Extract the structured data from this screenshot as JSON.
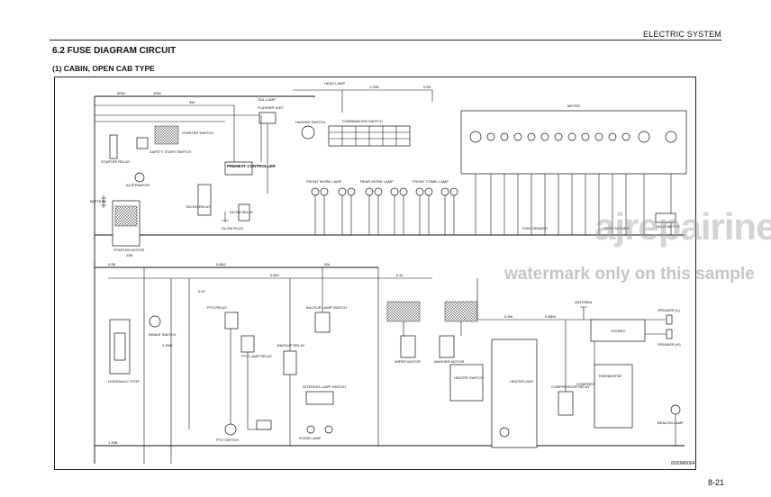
{
  "header": {
    "section_label": "ELECTRIC SYSTEM",
    "title": "6.2  FUSE DIAGRAM CIRCUIT",
    "subtitle": "(1) CABIN, OPEN CAB TYPE",
    "page_number": "8-21"
  },
  "watermark": {
    "site": "ajrepairine.com",
    "note": "watermark only on this sample"
  },
  "drawing_code": "8200M0064",
  "diagram": {
    "components": {
      "battery": "BATTERY",
      "starter_switch": "STARTER SWITCH",
      "safety_start_switch": "SAFETY START SWITCH",
      "starter_relay": "STARTER RELAY",
      "tacho_relay": "TACHO RELAY",
      "glow_relay": "GLOW RELAY",
      "glow_plug": "GLOW PLUG",
      "preheat_controller": "PREHEAT CONTROLLER",
      "flasher_unit": "FLASHER UNIT",
      "hazard_switch": "HAZARD SWITCH",
      "combination_switch": "COMBINATION SWITCH",
      "head_lamp": "HEAD LAMP",
      "tail_lamp": "TAIL LAMP",
      "meter": "METER",
      "front_work_lamp": "FRONT WORK LAMP",
      "rear_work_lamp": "REAR WORK LAMP",
      "front_comb_lamp": "FRONT COMB. LAMP",
      "hour_meter": "HOUR METER",
      "starter_motor": "STARTER MOTOR",
      "alternator": "ALTERNATOR",
      "hydraulic_stop": "HYDRAULIC STOP",
      "brake_switch": "BRAKE SWITCH",
      "pto_relay": "PTO RELAY",
      "pto_lamp_relay": "PTO LAMP RELAY",
      "pto_switch": "PTO SWITCH",
      "backup_relay": "BACKUP RELAY",
      "backup_lamp_switch": "BACKUP LAMP SWITCH",
      "room_lamp": "ROOM LAMP",
      "interior_lamp_switch": "INTERIOR LAMP SWITCH",
      "wiper_motor": "WIPER MOTOR",
      "washer_motor": "WASHER MOTOR",
      "heater_switch": "HEATER SWITCH",
      "heater_unit": "HEATER UNIT",
      "compressor": "COMPRESSOR",
      "compressor_relay": "COMPRESSOR RELAY",
      "antenna": "ANTENNA",
      "stereo": "STEREO",
      "speaker_l": "SPEAKER (L)",
      "speaker_r": "SPEAKER (R)",
      "thermostat": "THERMOSTAT",
      "beacon_lamp": "BEACON LAMP",
      "fuel_sender": "FUEL SENDER",
      "temp_sender": "TEMP SENDER"
    },
    "wire_labels": [
      "5RW",
      "1RW",
      "3W",
      "1.25R",
      "0.5B",
      "0.85G",
      "0.85Y",
      "2Br",
      "0.5L",
      "0.5W",
      "0.5BW",
      "1.25W",
      "0.5Y",
      "1.25B",
      "20B",
      "0.5R"
    ]
  }
}
